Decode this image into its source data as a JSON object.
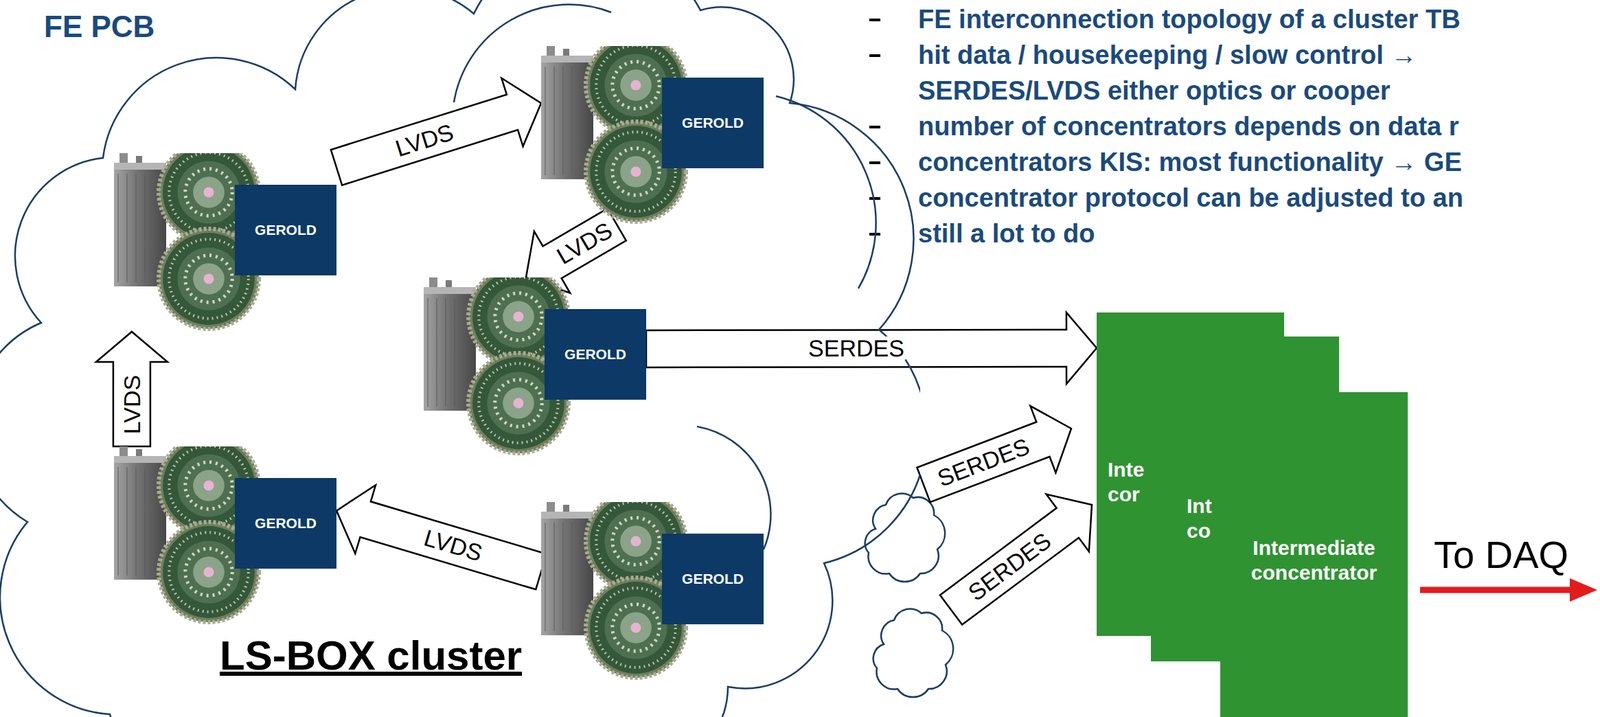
{
  "diagram": {
    "title": "FE PCB",
    "nodes": [
      {
        "text": [
          "LS-BOX cluster"
        ]
      },
      {
        "text": [
          "GEROLD"
        ],
        "in": 0
      },
      {
        "text": [
          "GEROLD"
        ],
        "in": 0
      },
      {
        "text": [
          "GEROLD"
        ],
        "in": 0
      },
      {
        "text": [
          "GEROLD"
        ],
        "in": 0
      },
      {
        "text": [
          "GEROLD"
        ],
        "in": 0
      },
      {
        "text": [
          "Inte cor"
        ]
      },
      {
        "text": [
          "Int co"
        ]
      },
      {
        "text": [
          "Intermediate concentrator"
        ]
      }
    ],
    "edges": [
      {
        "from": 1,
        "to": 2,
        "label": "LVDS",
        "arrow": "to"
      },
      {
        "from": 2,
        "to": 3,
        "label": "LVDS",
        "arrow": "to"
      },
      {
        "from": 4,
        "to": 1,
        "label": "LVDS",
        "arrow": "to"
      },
      {
        "from": 5,
        "to": 4,
        "label": "LVDS",
        "arrow": "to"
      },
      {
        "from": 3,
        "to": 6,
        "label": "SERDES",
        "arrow": "to"
      }
    ],
    "labels": [
      "FE interconnection topology of a cluster TB",
      "hit data / housekeeping / slow control → SERDES/LVDS either optics or cooper",
      "number of concentrators depends on data r",
      "concentrators KIS: most functionality → GE",
      "concentrator protocol can be adjusted to an",
      "still a lot to do",
      "SERDES",
      "SERDES",
      "To DAQ"
    ]
  }
}
